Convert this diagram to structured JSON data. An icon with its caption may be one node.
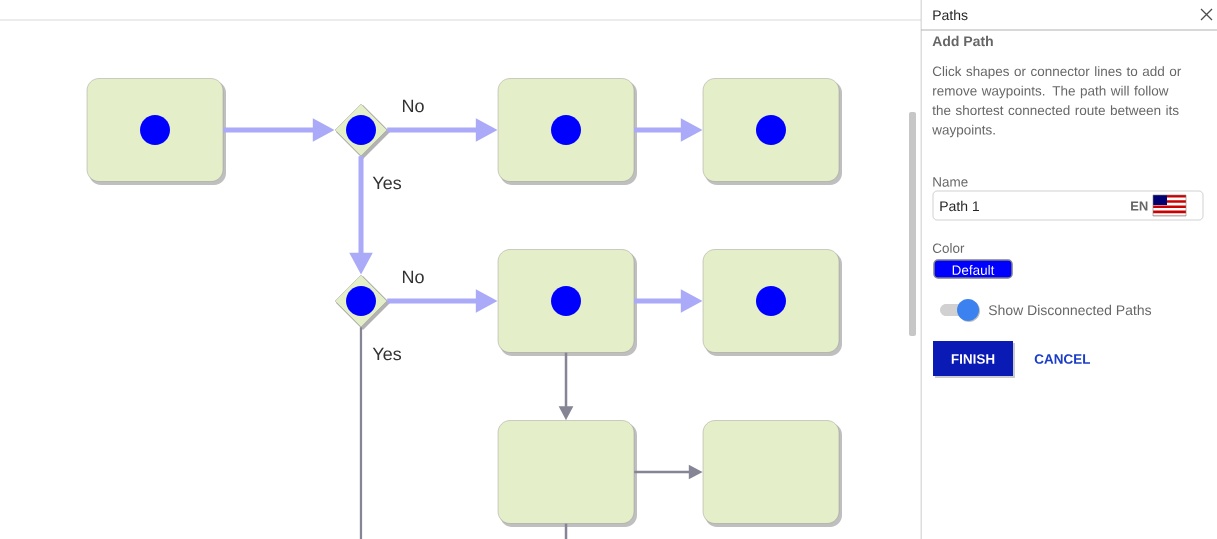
{
  "diagram": {
    "nodes": [
      {
        "text": [],
        "shape": "box"
      },
      {
        "text": [],
        "shape": "diamond"
      },
      {
        "text": [],
        "shape": "box"
      },
      {
        "text": [],
        "shape": "box"
      },
      {
        "text": [],
        "shape": "diamond"
      },
      {
        "text": [],
        "shape": "box"
      },
      {
        "text": [],
        "shape": "box"
      },
      {
        "text": [],
        "shape": "box"
      },
      {
        "text": [],
        "shape": "box"
      }
    ],
    "edges": [
      {
        "from": 0,
        "to": 1,
        "arrow": "to"
      },
      {
        "from": 1,
        "to": 2,
        "arrow": "to",
        "label": "No"
      },
      {
        "from": 2,
        "to": 3,
        "arrow": "to"
      },
      {
        "from": 1,
        "to": 4,
        "arrow": "to",
        "label": "Yes"
      },
      {
        "from": 4,
        "to": 5,
        "arrow": "to",
        "label": "No"
      },
      {
        "from": 5,
        "to": 6,
        "arrow": "to"
      },
      {
        "from": 4,
        "to": null,
        "arrow": "none",
        "color": "#858595",
        "label": "Yes"
      },
      {
        "from": 5,
        "to": 7,
        "arrow": "to",
        "color": "#858595"
      },
      {
        "from": 7,
        "to": 8,
        "arrow": "to",
        "color": "#858595"
      },
      {
        "from": 7,
        "to": null,
        "arrow": "none",
        "color": "#858595"
      }
    ],
    "labels": [
      "Paths",
      "Add Path",
      "Click shapes or connector lines to add or remove waypoints. The path will follow the shortest connected route between its waypoints.",
      "Name",
      "Path 1",
      "EN",
      "Color",
      "Default",
      "Show Disconnected Paths",
      "FINISH",
      "CANCEL"
    ]
  }
}
